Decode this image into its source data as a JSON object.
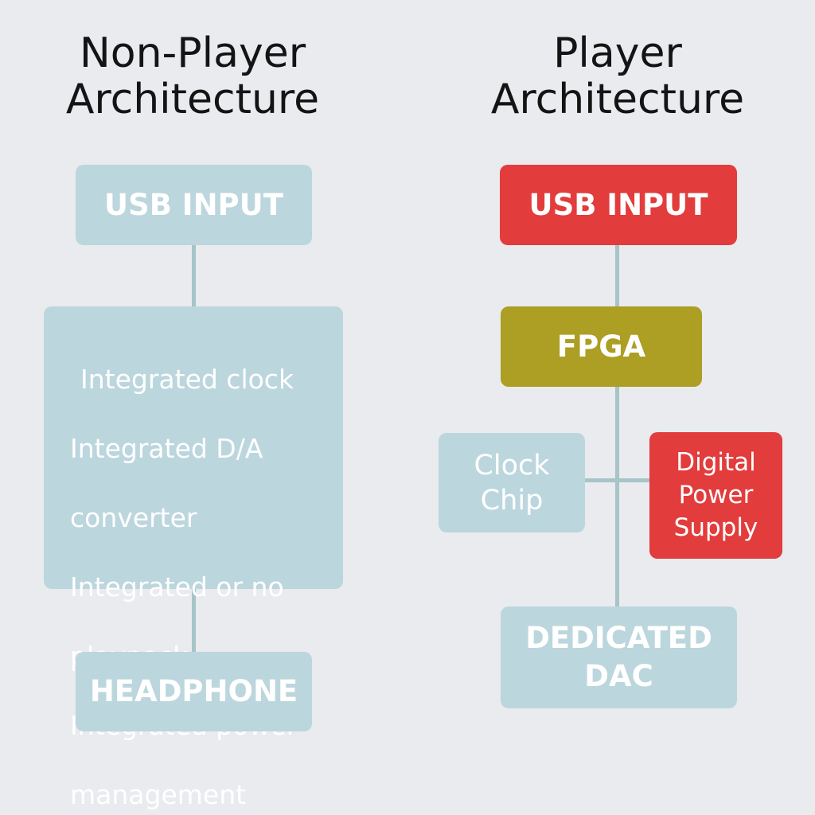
{
  "left": {
    "title": "Non-Player\nArchitecture",
    "usb_input": "USB INPUT",
    "integrated_lines": [
      "Integrated clock",
      "Integrated D/A",
      "converter",
      "Integrated or no",
      "playpack",
      "Integrated power",
      "management"
    ],
    "headphone": "HEADPHONE"
  },
  "right": {
    "title": "Player\nArchitecture",
    "usb_input": "USB INPUT",
    "fpga": "FPGA",
    "clock_chip": "Clock\nChip",
    "digital_power_supply": "Digital\nPower\nSupply",
    "dedicated_dac": "DEDICATED\nDAC"
  },
  "colors": {
    "background": "#e9ebee",
    "neutral_box": "#bcd6dd",
    "highlight_red": "#e23c3c",
    "fpga_olive": "#ad9e24",
    "connector": "#a7c4c9"
  }
}
